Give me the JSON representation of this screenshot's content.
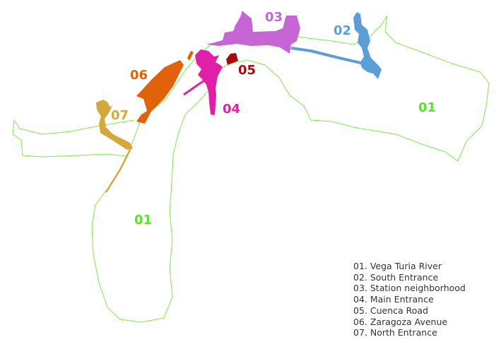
{
  "colors": {
    "river": "#7de84a",
    "z01": "#5fe02a",
    "z02": "#5b9fd6",
    "z03": "#c666d4",
    "z04": "#e020a8",
    "z05": "#a80a0a",
    "z06": "#e0620a",
    "z07": "#d4a83a"
  },
  "zone_labels": {
    "z01": "01",
    "z02": "02",
    "z03": "03",
    "z04": "04",
    "z05": "05",
    "z06": "06",
    "z07": "07"
  },
  "legend": [
    "01. Vega Turia River",
    "02.  South Entrance",
    "03.  Station neighborhood",
    "04.  Main Entrance",
    "05.  Cuenca Road",
    "06.  Zaragoza Avenue",
    "07.  North Entrance"
  ]
}
